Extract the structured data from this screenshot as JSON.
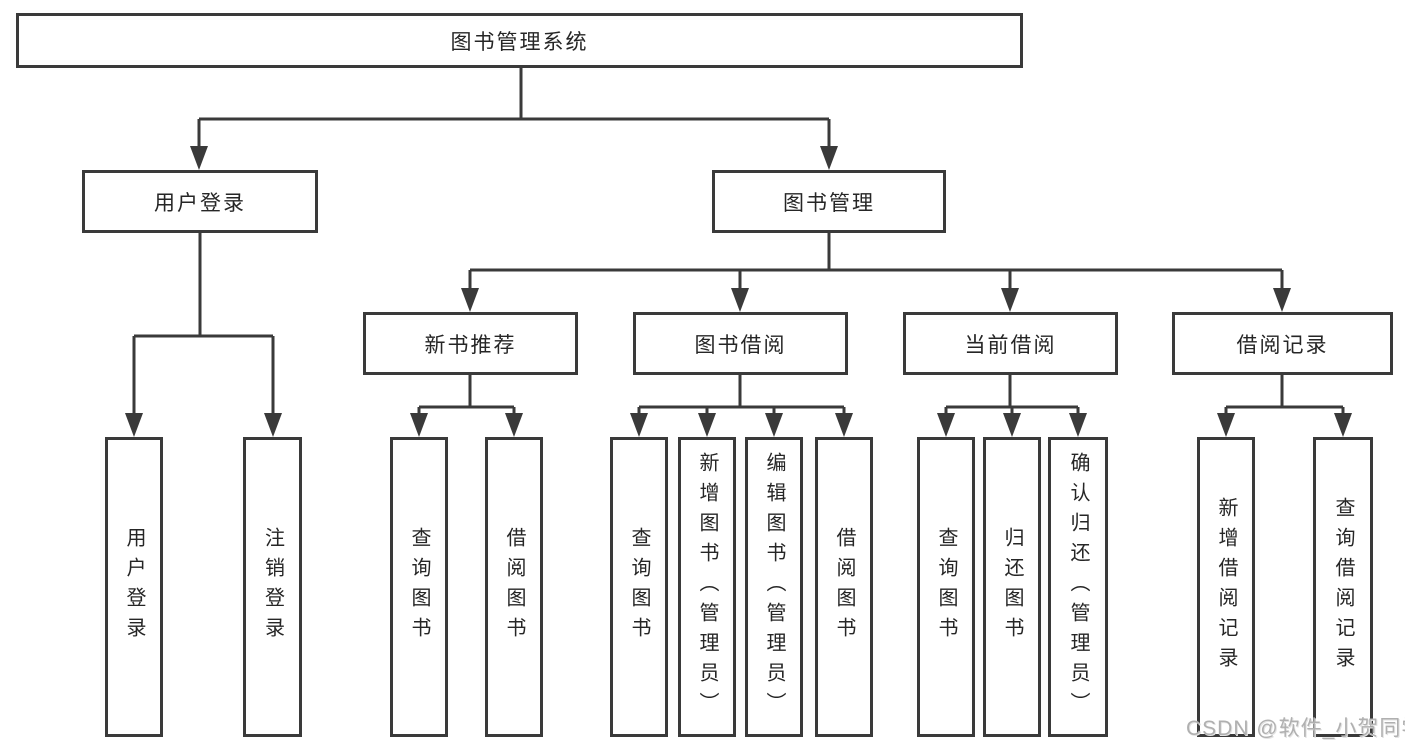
{
  "diagram": {
    "root": {
      "label": "图书管理系统"
    },
    "branches": [
      {
        "label": "用户登录",
        "children": [
          {
            "label": "用户登录"
          },
          {
            "label": "注销登录"
          }
        ]
      },
      {
        "label": "图书管理",
        "children": [
          {
            "label": "新书推荐",
            "children": [
              {
                "label": "查询图书"
              },
              {
                "label": "借阅图书"
              }
            ]
          },
          {
            "label": "图书借阅",
            "children": [
              {
                "label": "查询图书"
              },
              {
                "label": "新增图书（管理员）"
              },
              {
                "label": "编辑图书（管理员）"
              },
              {
                "label": "借阅图书"
              }
            ]
          },
          {
            "label": "当前借阅",
            "children": [
              {
                "label": "查询图书"
              },
              {
                "label": "归还图书"
              },
              {
                "label": "确认归还（管理员）"
              }
            ]
          },
          {
            "label": "借阅记录",
            "children": [
              {
                "label": "新增借阅记录"
              },
              {
                "label": "查询借阅记录"
              }
            ]
          }
        ]
      }
    ]
  },
  "watermark": {
    "text": "CSDN @软件_小贺同学",
    "color": "#b0b0b0"
  },
  "colors": {
    "line": "#3a3a3a",
    "arrow": "#3a3a3a",
    "box_border": "#3a3a3a",
    "background": "#ffffff",
    "text": "#262626"
  }
}
